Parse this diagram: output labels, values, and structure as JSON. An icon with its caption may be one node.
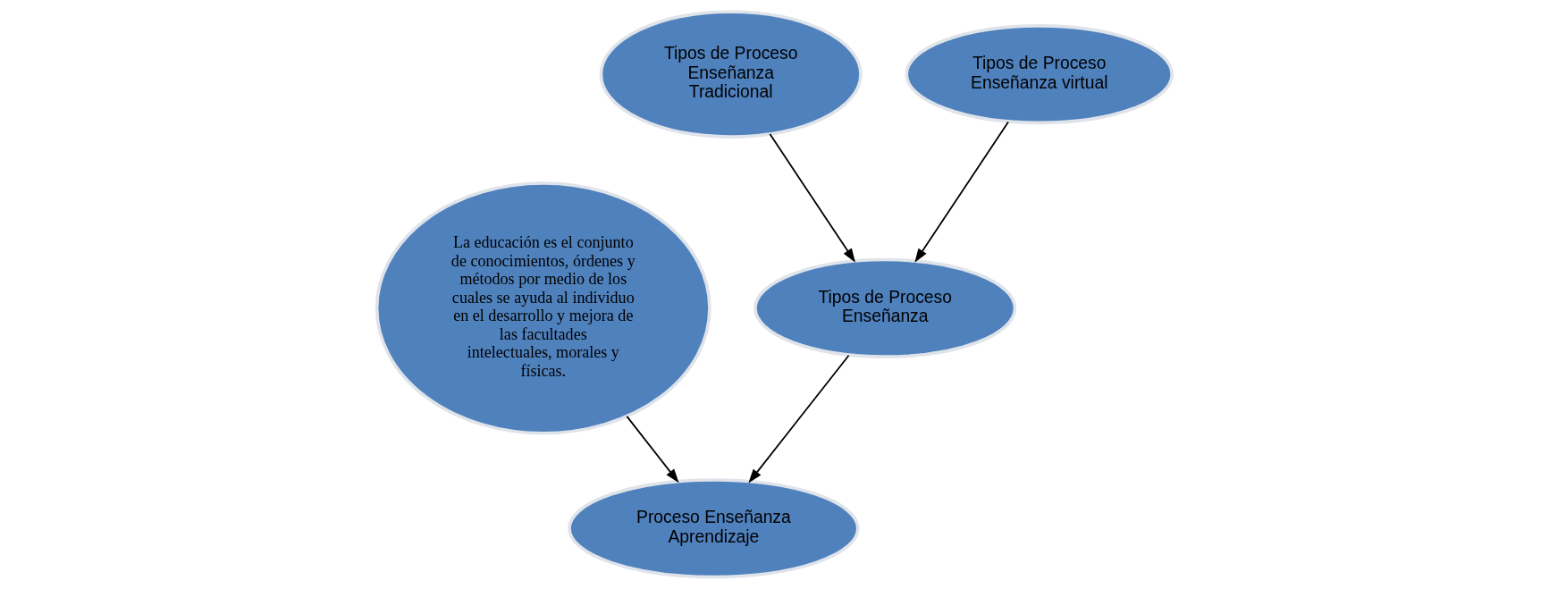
{
  "diagram": {
    "nodes": [
      {
        "text": [
          "La educación es el conjunto de conocimientos, órdenes y métodos por medio de los cuales se ayuda al individuo en el desarrollo y mejora de las facultades intelectuales, morales y físicas."
        ]
      },
      {
        "text": [
          "Tipos de Proceso Enseñanza Tradicional"
        ]
      },
      {
        "text": [
          "Tipos de Proceso Enseñanza virtual"
        ]
      },
      {
        "text": [
          "Tipos de Proceso Enseñanza"
        ]
      },
      {
        "text": [
          "Proceso Enseñanza Aprendizaje"
        ]
      }
    ],
    "edges": [
      {
        "from": 1,
        "to": 3,
        "arrow": "to"
      },
      {
        "from": 2,
        "to": 3,
        "arrow": "to"
      },
      {
        "from": 3,
        "to": 4,
        "arrow": "to"
      },
      {
        "from": 0,
        "to": 4,
        "arrow": "to"
      }
    ]
  }
}
